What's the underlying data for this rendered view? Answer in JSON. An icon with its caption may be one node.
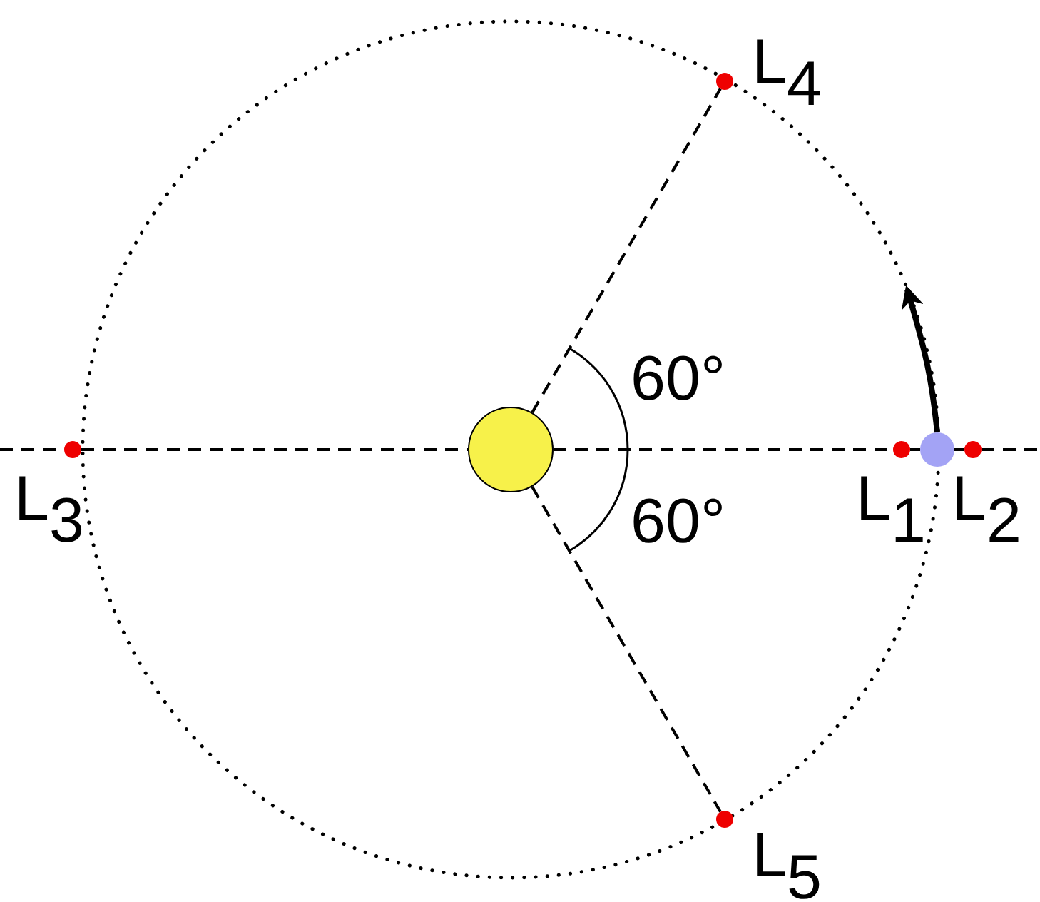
{
  "diagram": {
    "nodes": [
      {
        "text": [],
        "shape": "circle"
      },
      {
        "text": [],
        "shape": "circle",
        "beside": [
          "L$_{4}$"
        ]
      },
      {
        "text": [],
        "shape": "circle",
        "beside": [
          "L$_{3}$"
        ]
      },
      {
        "text": [],
        "shape": "circle",
        "beside": [
          "L$_{1}$"
        ]
      },
      {
        "text": [],
        "shape": "circle"
      },
      {
        "text": [],
        "shape": "circle",
        "beside": [
          "L$_{2}$"
        ]
      },
      {
        "text": [],
        "shape": "circle",
        "beside": [
          "L$_{5}$"
        ]
      }
    ],
    "edges": [
      {
        "from": 0,
        "to": 1,
        "arrow": "none",
        "style": "dashed"
      },
      {
        "from": 0,
        "to": 6,
        "arrow": "none",
        "style": "dashed"
      },
      {
        "from": 2,
        "to": 0,
        "arrow": "none",
        "style": "dashed"
      },
      {
        "from": 0,
        "to": 3,
        "arrow": "none",
        "style": "dashed"
      },
      {
        "from": 3,
        "to": 4,
        "arrow": "none",
        "style": "dashed"
      },
      {
        "from": 4,
        "to": 5,
        "arrow": "none",
        "style": "dashed"
      },
      {
        "from": 4,
        "to": null,
        "arrow": "to",
        "style": "thick"
      }
    ],
    "labels": [
      "60°",
      "60°"
    ]
  }
}
